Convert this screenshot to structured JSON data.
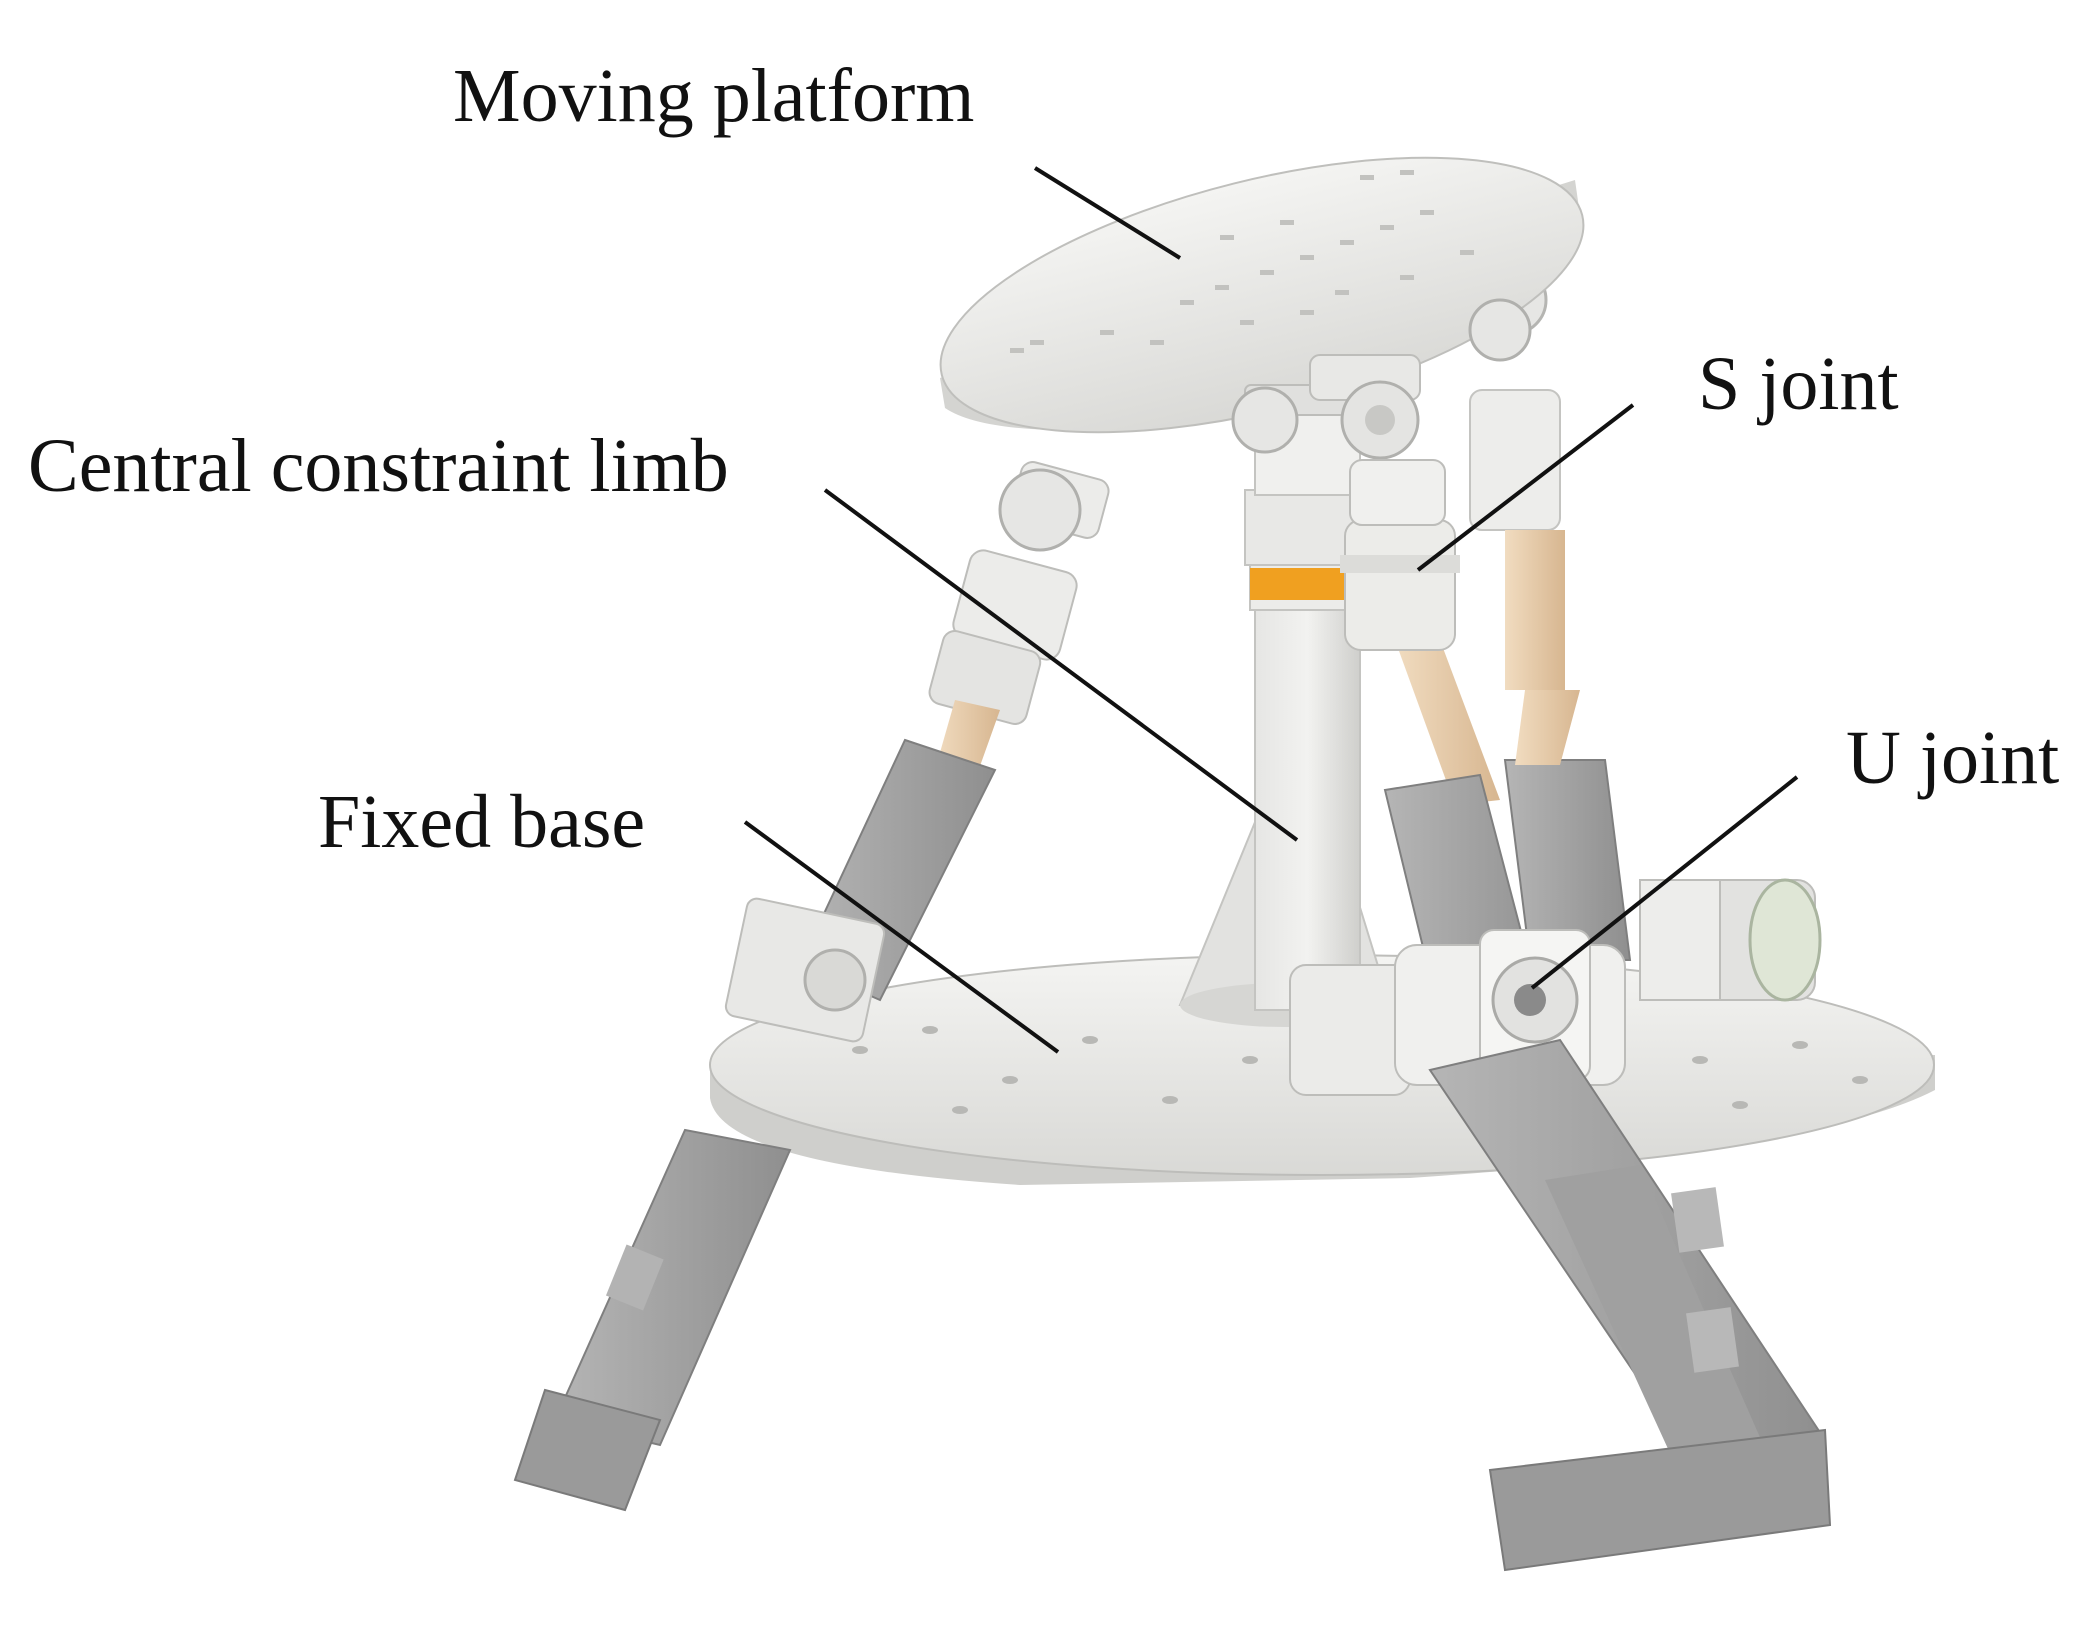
{
  "labels": {
    "moving_platform": "Moving platform",
    "central_constraint_limb": "Central constraint limb",
    "fixed_base": "Fixed base",
    "s_joint": "S joint",
    "u_joint": "U joint"
  },
  "colors": {
    "part_light": "#e8e8e6",
    "part_shadow": "#c9c9c6",
    "actuator_grey": "#a9a9a9",
    "actuator_dark": "#8c8c8c",
    "rod": "#e3c8a6",
    "orange_ring": "#f0a020",
    "leader": "#111111",
    "motor_cap": "#dfe6d6"
  }
}
